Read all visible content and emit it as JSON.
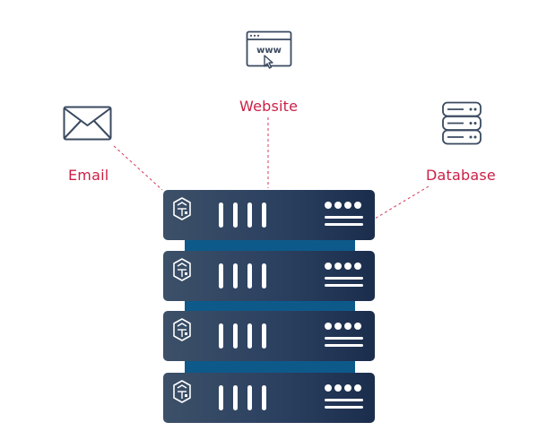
{
  "labels": {
    "website": "Website",
    "email": "Email",
    "database": "Database"
  },
  "icons": {
    "website": "browser-window-www-cursor-icon",
    "email": "envelope-icon",
    "database": "database-stack-icon",
    "server_logo": "server-brand-logo-icon"
  },
  "server_rack": {
    "unit_count": 4
  },
  "colors": {
    "label_text": "#cc1f45",
    "connector_line": "#d63a5a",
    "icon_stroke": "#3a4a60",
    "server_body_left": "#3c5068",
    "server_body_right": "#1b2d4c",
    "server_rail": "#0d5a8a",
    "server_detail": "#ffffff"
  }
}
